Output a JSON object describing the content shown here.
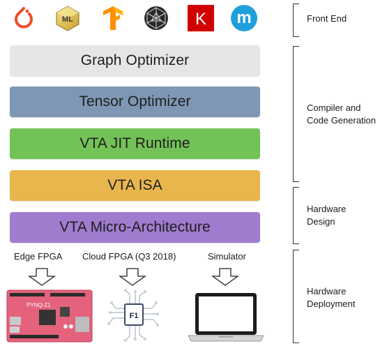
{
  "frontend_icons": [
    {
      "name": "pytorch-icon",
      "color": "#ee4c2c"
    },
    {
      "name": "coreml-icon",
      "text": "ML",
      "color": "#e8c33c"
    },
    {
      "name": "tensorflow-icon",
      "color": "#ff8f00"
    },
    {
      "name": "mxnet-geodesic-icon",
      "color": "#1a1a1a"
    },
    {
      "name": "keras-icon",
      "text": "K",
      "color": "#d00000"
    },
    {
      "name": "onnx-m-icon",
      "text": "m",
      "color": "#1f9fdb"
    }
  ],
  "layers": [
    {
      "label": "Graph Optimizer",
      "color": "#e6e6e6"
    },
    {
      "label": "Tensor Optimizer",
      "color": "#7f97b5"
    },
    {
      "label": "VTA JIT Runtime",
      "color": "#73c257"
    },
    {
      "label": "VTA ISA",
      "color": "#e9b64d"
    },
    {
      "label": "VTA Micro-Architecture",
      "color": "#a07cce"
    }
  ],
  "groups": {
    "front_end": "Front End",
    "compiler_line1": "Compiler and",
    "compiler_line2": "Code Generation",
    "hardware_line1": "Hardware",
    "hardware_line2": "Design",
    "deployment_line1": "Hardware",
    "deployment_line2": "Deployment"
  },
  "targets": {
    "edge": "Edge FPGA",
    "cloud": "Cloud FPGA (Q3 2018)",
    "simulator": "Simulator"
  },
  "device_text": {
    "board": "PYNQ-Z1",
    "chip": "F1"
  }
}
